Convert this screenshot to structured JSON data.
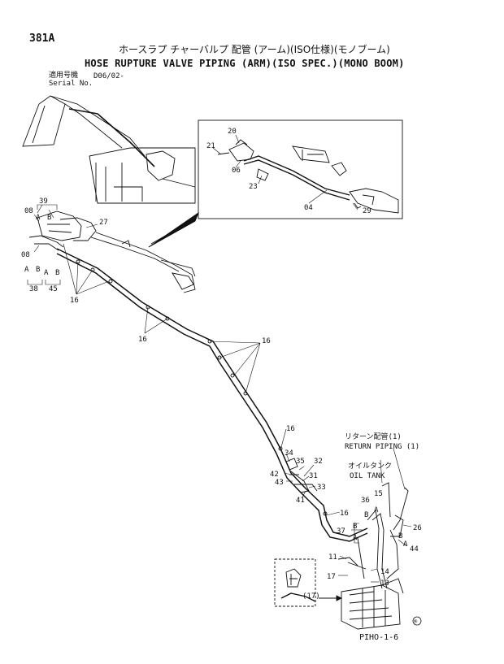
{
  "header": {
    "page_number": "381A",
    "title_jp": "ホースラプ チャーバルプ 配管 (アーム)(ISO仕様)(モノブーム)",
    "title_en": "HOSE RUPTURE VALVE PIPING (ARM)(ISO SPEC.)(MONO BOOM)",
    "applicable_label": "適用号機",
    "serial_label": "Serial No.",
    "serial_value": "D06/02-"
  },
  "callouts": {
    "return_piping_jp": "リターン配管(1)",
    "return_piping_en": "RETURN PIPING (1)",
    "oil_tank_jp": "オイルタンク",
    "oil_tank_en": "OIL TANK"
  },
  "part_labels": [
    {
      "id": "20",
      "text": "20"
    },
    {
      "id": "21",
      "text": "21"
    },
    {
      "id": "06",
      "text": "06"
    },
    {
      "id": "23",
      "text": "23"
    },
    {
      "id": "04",
      "text": "04"
    },
    {
      "id": "29",
      "text": "29"
    },
    {
      "id": "39",
      "text": "39"
    },
    {
      "id": "08a",
      "text": "08"
    },
    {
      "id": "A1",
      "text": "A"
    },
    {
      "id": "B1",
      "text": "B"
    },
    {
      "id": "27",
      "text": "27"
    },
    {
      "id": "08b",
      "text": "08"
    },
    {
      "id": "A2",
      "text": "A"
    },
    {
      "id": "B2",
      "text": "B"
    },
    {
      "id": "A3",
      "text": "A"
    },
    {
      "id": "B3",
      "text": "B"
    },
    {
      "id": "38",
      "text": "38"
    },
    {
      "id": "45",
      "text": "45"
    },
    {
      "id": "16a",
      "text": "16"
    },
    {
      "id": "16b",
      "text": "16"
    },
    {
      "id": "16c",
      "text": "16"
    },
    {
      "id": "16d",
      "text": "16"
    },
    {
      "id": "16e",
      "text": "16"
    },
    {
      "id": "34",
      "text": "34"
    },
    {
      "id": "35",
      "text": "35"
    },
    {
      "id": "32",
      "text": "32"
    },
    {
      "id": "42",
      "text": "42"
    },
    {
      "id": "43",
      "text": "43"
    },
    {
      "id": "31",
      "text": "31"
    },
    {
      "id": "33",
      "text": "33"
    },
    {
      "id": "41",
      "text": "41"
    },
    {
      "id": "36",
      "text": "36"
    },
    {
      "id": "15",
      "text": "15"
    },
    {
      "id": "A4",
      "text": "A"
    },
    {
      "id": "B4",
      "text": "B"
    },
    {
      "id": "37",
      "text": "37"
    },
    {
      "id": "B5",
      "text": "B"
    },
    {
      "id": "A5",
      "text": "A"
    },
    {
      "id": "26",
      "text": "26"
    },
    {
      "id": "B6",
      "text": "B"
    },
    {
      "id": "A6",
      "text": "A"
    },
    {
      "id": "44",
      "text": "44"
    },
    {
      "id": "11",
      "text": "11"
    },
    {
      "id": "14",
      "text": "14"
    },
    {
      "id": "17",
      "text": "17"
    },
    {
      "id": "13",
      "text": "13"
    },
    {
      "id": "17p",
      "text": "(17)"
    }
  ],
  "footer": {
    "figure_code": "PIHO-1-6",
    "circle_mark": "®"
  }
}
